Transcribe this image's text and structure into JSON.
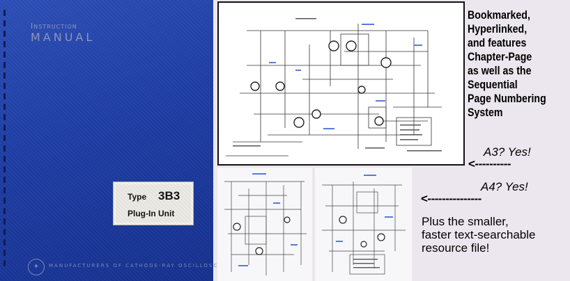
{
  "cover": {
    "title_line1": "Instruction",
    "title_line2": "MANUAL",
    "label_type": "Type",
    "label_model": "3B3",
    "label_sub": "Plug-In  Unit",
    "maker_line": "MANUFACTURERS OF CATHODE-RAY OSCILLOSCOPES"
  },
  "features": {
    "lines": [
      "Bookmarked,",
      "Hyperlinked,",
      "and features",
      "Chapter-Page",
      "as well as the",
      "Sequential",
      "Page Numbering",
      "System"
    ]
  },
  "a3": {
    "label": "A3? Yes!",
    "arrow": "<----------"
  },
  "a4": {
    "label": "A4? Yes!",
    "arrow": "<---------------"
  },
  "plus": {
    "lines": [
      "Plus the smaller,",
      "faster text-searchable",
      "resource file!"
    ]
  },
  "colors": {
    "cover_blue": "#1f3ea6",
    "cover_text": "#8e98b8",
    "panel_bg": "#ece6ee"
  }
}
